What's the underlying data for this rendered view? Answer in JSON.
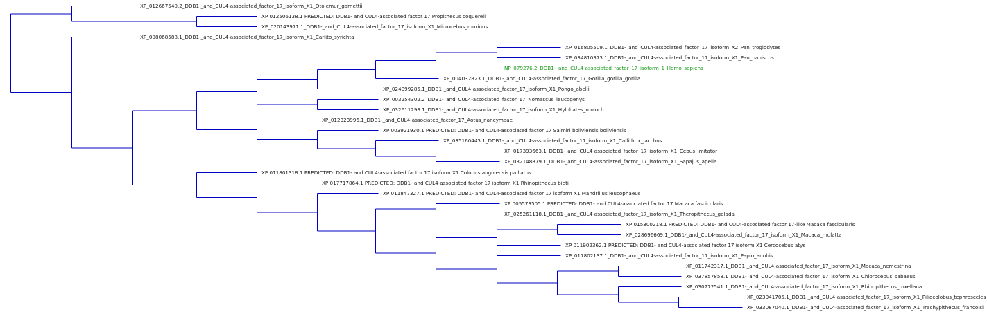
{
  "tree": {
    "highlight_color": "#1a9a1a",
    "branch_color": "#0000c0",
    "leaves": [
      {
        "id": "garnettii",
        "label": "XP_012667540.2_DDB1-_and_CUL4-associated_factor_17_isoform_X1_Otolemur_garnettii"
      },
      {
        "id": "coquereli",
        "label": "XP 012506138.1 PREDICTED: DDB1- and CUL4-associated factor 17 Propithecus coquereli"
      },
      {
        "id": "murinus",
        "label": "XP_020143971.1_DDB1-_and_CUL4-associated_factor_17_isoform_X1_Microcebus_murinus"
      },
      {
        "id": "syrichta",
        "label": "XP_008068588.1_DDB1-_and_CUL4-associated_factor_17_isoform_X1_Carlito_syrichta"
      },
      {
        "id": "troglodytes",
        "label": "XP_016805509.1_DDB1-_and_CUL4-associated_factor_17_isoform_X2_Pan_troglodytes"
      },
      {
        "id": "paniscus",
        "label": "XP_034810373.1_DDB1-_and_CUL4-associated_factor_17_isoform_X1_Pan_paniscus"
      },
      {
        "id": "sapiens",
        "label": "NP_079276.2_DDB1-_and_CUL4-associated_factor_17_isoform_1_Homo_sapiens",
        "highlight": true
      },
      {
        "id": "gorilla",
        "label": "XP_004032823.1_DDB1-_and_CUL4-associated_factor_17_Gorilla_gorilla_gorilla"
      },
      {
        "id": "abelii",
        "label": "XP_024099285.1_DDB1-_and_CUL4-associated_factor_17_isoform_X1_Pongo_abelii"
      },
      {
        "id": "leucogenys",
        "label": "XP_003254302.2_DDB1-_and_CUL4-associated_factor_17_Nomascus_leucogenys"
      },
      {
        "id": "moloch",
        "label": "XP_032611293.1_DDB1-_and_CUL4-associated_factor_17_isoform_X1_Hylobates_moloch"
      },
      {
        "id": "nancymaae",
        "label": "XP_012323996.1_DDB1-_and_CUL4-associated_factor_17_Aotus_nancymaae"
      },
      {
        "id": "boliviensis",
        "label": "XP 003921930.1 PREDICTED: DDB1- and CUL4-associated factor 17 Saimiri boliviensis boliviensis"
      },
      {
        "id": "jacchus",
        "label": "XP_035160443.1_DDB1-_and_CUL4-associated_factor_17_isoform_X1_Callithrix_jacchus"
      },
      {
        "id": "imitator",
        "label": "XP_017393663.1_DDB1-_and_CUL4-associated_factor_17_isoform_X1_Cebus_imitator"
      },
      {
        "id": "apella",
        "label": "XP_032148879.1_DDB1-_and_CUL4-associated_factor_17_isoform_X1_Sapajus_apella"
      },
      {
        "id": "palliatus",
        "label": "XP 011801318.1 PREDICTED: DDB1- and CUL4-associated factor 17 isoform X1 Colobus angolensis palliatus"
      },
      {
        "id": "bieti",
        "label": "XP 017717864.1 PREDICTED: DDB1- and CUL4-associated factor 17 isoform X1 Rhinopithecus bieti"
      },
      {
        "id": "leucophaeus",
        "label": "XP 011847327.1 PREDICTED: DDB1- and CUL4-associated factor 17 isoform X1 Mandrillus leucophaeus"
      },
      {
        "id": "fascicularis",
        "label": "XP 005573505.1 PREDICTED: DDB1- and CUL4-associated factor 17 Macaca fascicularis"
      },
      {
        "id": "gelada",
        "label": "XP_025261118.1_DDB1-_and_CUL4-associated_factor_17_isoform_X1_Theropithecus_gelada"
      },
      {
        "id": "fascicularis_like",
        "label": "XP 015300218.1 PREDICTED: DDB1- and CUL4-associated factor 17-like Macaca fascicularis"
      },
      {
        "id": "mulatta",
        "label": "XP_028696669.1_DDB1-_and_CUL4-associated_factor_17_isoform_X1_Macaca_mulatta"
      },
      {
        "id": "atys",
        "label": "XP 011902362.1 PREDICTED: DDB1- and CUL4-associated factor 17 isoform X1 Cercocebus atys"
      },
      {
        "id": "anubis",
        "label": "XP_017802137.1_DDB1-_and_CUL4-associated_factor_17_isoform_X1_Papio_anubis"
      },
      {
        "id": "nemestrina",
        "label": "XP_011742317.1_DDB1-_and_CUL4-associated_factor_17_isoform_X1_Macaca_nemestrina"
      },
      {
        "id": "sabaeus",
        "label": "XP_037857858.1_DDB1-_and_CUL4-associated_factor_17_isoform_X1_Chlorocebus_sabaeus"
      },
      {
        "id": "roxellana",
        "label": "XP_030772541.1_DDB1-_and_CUL4-associated_factor_17_isoform_X1_Rhinopithecus_roxellana"
      },
      {
        "id": "tephrosceles",
        "label": "XP_023041705.1_DDB1-_and_CUL4-associated_factor_17_isoform_X1_Piliocolobus_tephrosceles"
      },
      {
        "id": "francoisi",
        "label": "XP_033087040.1_DDB1-_and_CUL4-associated_factor_17_isoform_X1_Trachypithecus_francoisi"
      }
    ]
  }
}
